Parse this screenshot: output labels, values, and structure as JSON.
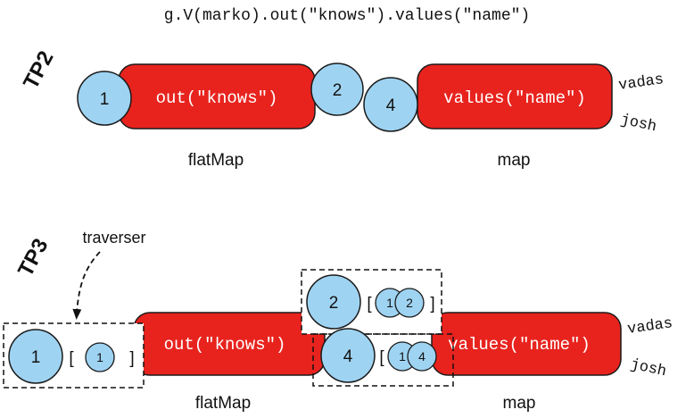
{
  "title": "g.V(marko).out(\"knows\").values(\"name\")",
  "colors": {
    "step_fill": "#e8231e",
    "step_stroke": "#1a1a1a",
    "traverser_fill": "#9fd3f2",
    "traverser_stroke": "#1a1a1a",
    "text_light": "#ffffff",
    "text_dark": "#111111",
    "dash": "#111111"
  },
  "tp2": {
    "label": "TP2",
    "step1": {
      "label": "out(\"knows\")",
      "caption": "flatMap"
    },
    "step2": {
      "label": "values(\"name\")",
      "caption": "map"
    },
    "traverser_in": "1",
    "traverser_mid_a": "2",
    "traverser_mid_b": "4",
    "outputs": [
      "vadas",
      "josh"
    ]
  },
  "tp3": {
    "label": "TP3",
    "callout": "traverser",
    "step1": {
      "label": "out(\"knows\")",
      "caption": "flatMap"
    },
    "step2": {
      "label": "values(\"name\")",
      "caption": "map"
    },
    "traverser_in": {
      "value": "1",
      "path": [
        "1"
      ]
    },
    "traverser_mid_a": {
      "value": "2",
      "path": [
        "1",
        "2"
      ]
    },
    "traverser_mid_b": {
      "value": "4",
      "path": [
        "1",
        "4"
      ]
    },
    "outputs": [
      "vadas",
      "josh"
    ],
    "bracket_open": "[",
    "bracket_close": "]"
  }
}
